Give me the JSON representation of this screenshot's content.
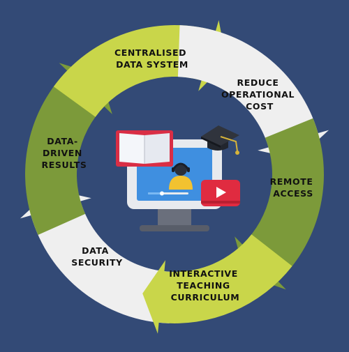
{
  "colors": {
    "background": "#334a76",
    "white_arrow": "#efefef",
    "green_light": "#c9d64a",
    "green_dark": "#7c9a3a",
    "label": "#111111",
    "book_cover": "#d92e45",
    "screen_blue": "#3f8fe0",
    "play_red": "#e02b40"
  },
  "cycle": {
    "arrows": [
      {
        "id": "centralised",
        "color": "white_arrow",
        "lines": [
          "CENTRALISED",
          "DATA SYSTEM"
        ]
      },
      {
        "id": "reduce-cost",
        "color": "green_dark",
        "lines": [
          "REDUCE",
          "OPERATIONAL",
          "COST"
        ]
      },
      {
        "id": "remote-access",
        "color": "green_light",
        "lines": [
          "REMOTE",
          "ACCESS"
        ]
      },
      {
        "id": "interactive",
        "color": "white_arrow",
        "lines": [
          "INTERACTIVE",
          "TEACHING",
          "CURRICULUM"
        ]
      },
      {
        "id": "security",
        "color": "green_dark",
        "lines": [
          "DATA",
          "SECURITY"
        ]
      },
      {
        "id": "data-driven",
        "color": "green_light",
        "lines": [
          "DATA-",
          "DRIVEN",
          "RESULTS"
        ]
      }
    ]
  },
  "center_illustration": {
    "icons": [
      "monitor-icon",
      "open-book-icon",
      "graduation-cap-icon",
      "teacher-avatar-icon",
      "play-button-icon"
    ]
  }
}
